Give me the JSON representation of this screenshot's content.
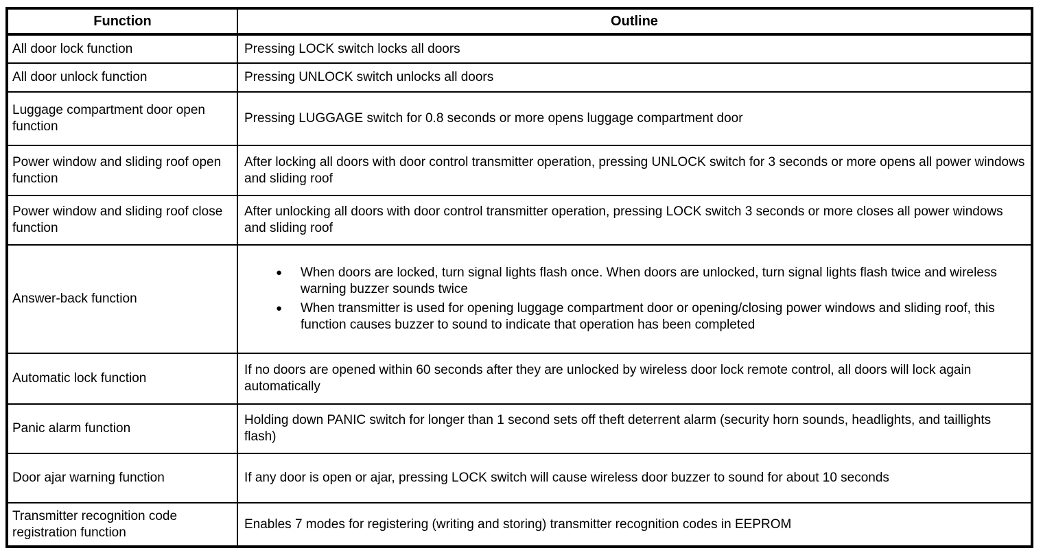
{
  "colors": {
    "border": "#000000",
    "background": "#ffffff",
    "text": "#000000"
  },
  "table": {
    "headers": {
      "function": "Function",
      "outline": "Outline"
    },
    "rows": [
      {
        "function": "All door lock function",
        "outline": "Pressing LOCK switch locks all doors"
      },
      {
        "function": "All door unlock function",
        "outline": "Pressing UNLOCK switch unlocks all doors"
      },
      {
        "function": "Luggage compartment door open function",
        "outline": "Pressing LUGGAGE switch for 0.8 seconds or more opens luggage compartment door"
      },
      {
        "function": "Power window and sliding roof open function",
        "outline": "After locking all doors with door control transmitter operation, pressing UNLOCK switch for 3 seconds or more opens all power windows and sliding roof"
      },
      {
        "function": "Power window and sliding roof close function",
        "outline": "After unlocking all doors with door control transmitter operation, pressing LOCK switch 3 seconds or more closes all power windows and sliding roof"
      },
      {
        "function": "Answer-back function",
        "outline_bullets": [
          "When doors are locked, turn signal lights flash once. When doors are unlocked, turn signal lights flash twice and wireless warning buzzer sounds twice",
          "When transmitter is used for opening luggage compartment door or opening/closing power windows and sliding roof, this function causes buzzer to sound to indicate that operation has been completed"
        ]
      },
      {
        "function": "Automatic lock function",
        "outline": "If no doors are opened within 60 seconds after they are unlocked by wireless door lock remote control, all doors will lock again automatically"
      },
      {
        "function": "Panic alarm function",
        "outline": "Holding down PANIC switch for longer than 1 second sets off theft deterrent alarm (security horn sounds, headlights, and taillights flash)"
      },
      {
        "function": "Door ajar warning function",
        "outline": "If any door is open or ajar, pressing LOCK switch will cause wireless door buzzer to sound for about 10 seconds"
      },
      {
        "function": "Transmitter recognition code registration function",
        "outline": "Enables 7 modes for registering (writing and storing) transmitter recognition codes in EEPROM"
      }
    ]
  }
}
